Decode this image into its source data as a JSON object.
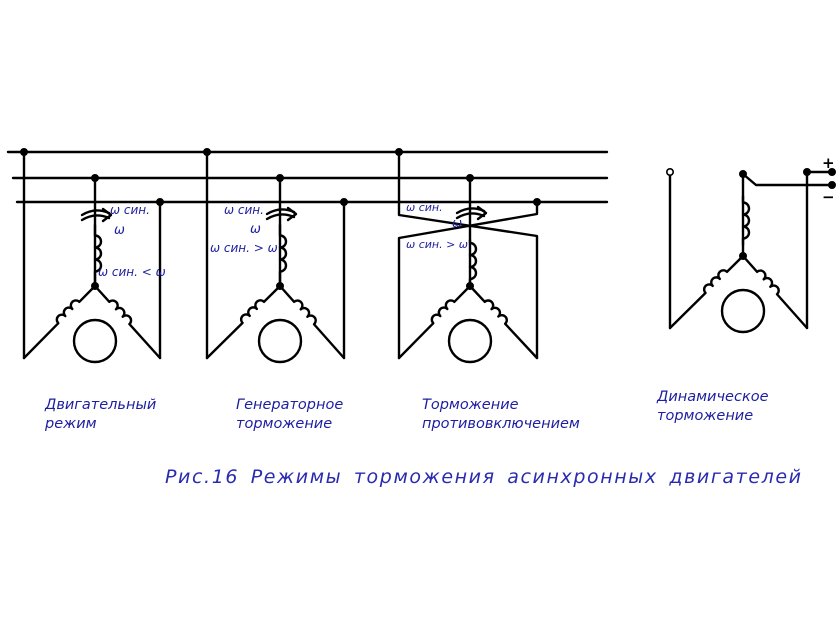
{
  "colors": {
    "lines": "#000000",
    "text": "#1e1ea0"
  },
  "omega": {
    "sync": "ω син.",
    "omega": "ω",
    "sync_lt": "ω син. < ω",
    "sync_gt": "ω син. > ω"
  },
  "dc_terminals": {
    "plus": "+",
    "minus": "−"
  },
  "modes": [
    {
      "line1": "Двигательный",
      "line2": "режим"
    },
    {
      "line1": "Генераторное",
      "line2": "торможение"
    },
    {
      "line1": "Торможение",
      "line2": "противовключением"
    },
    {
      "line1": "Динамическое",
      "line2": "торможение"
    }
  ],
  "caption": "Рис.16 Режимы торможения асинхронных двигателей"
}
